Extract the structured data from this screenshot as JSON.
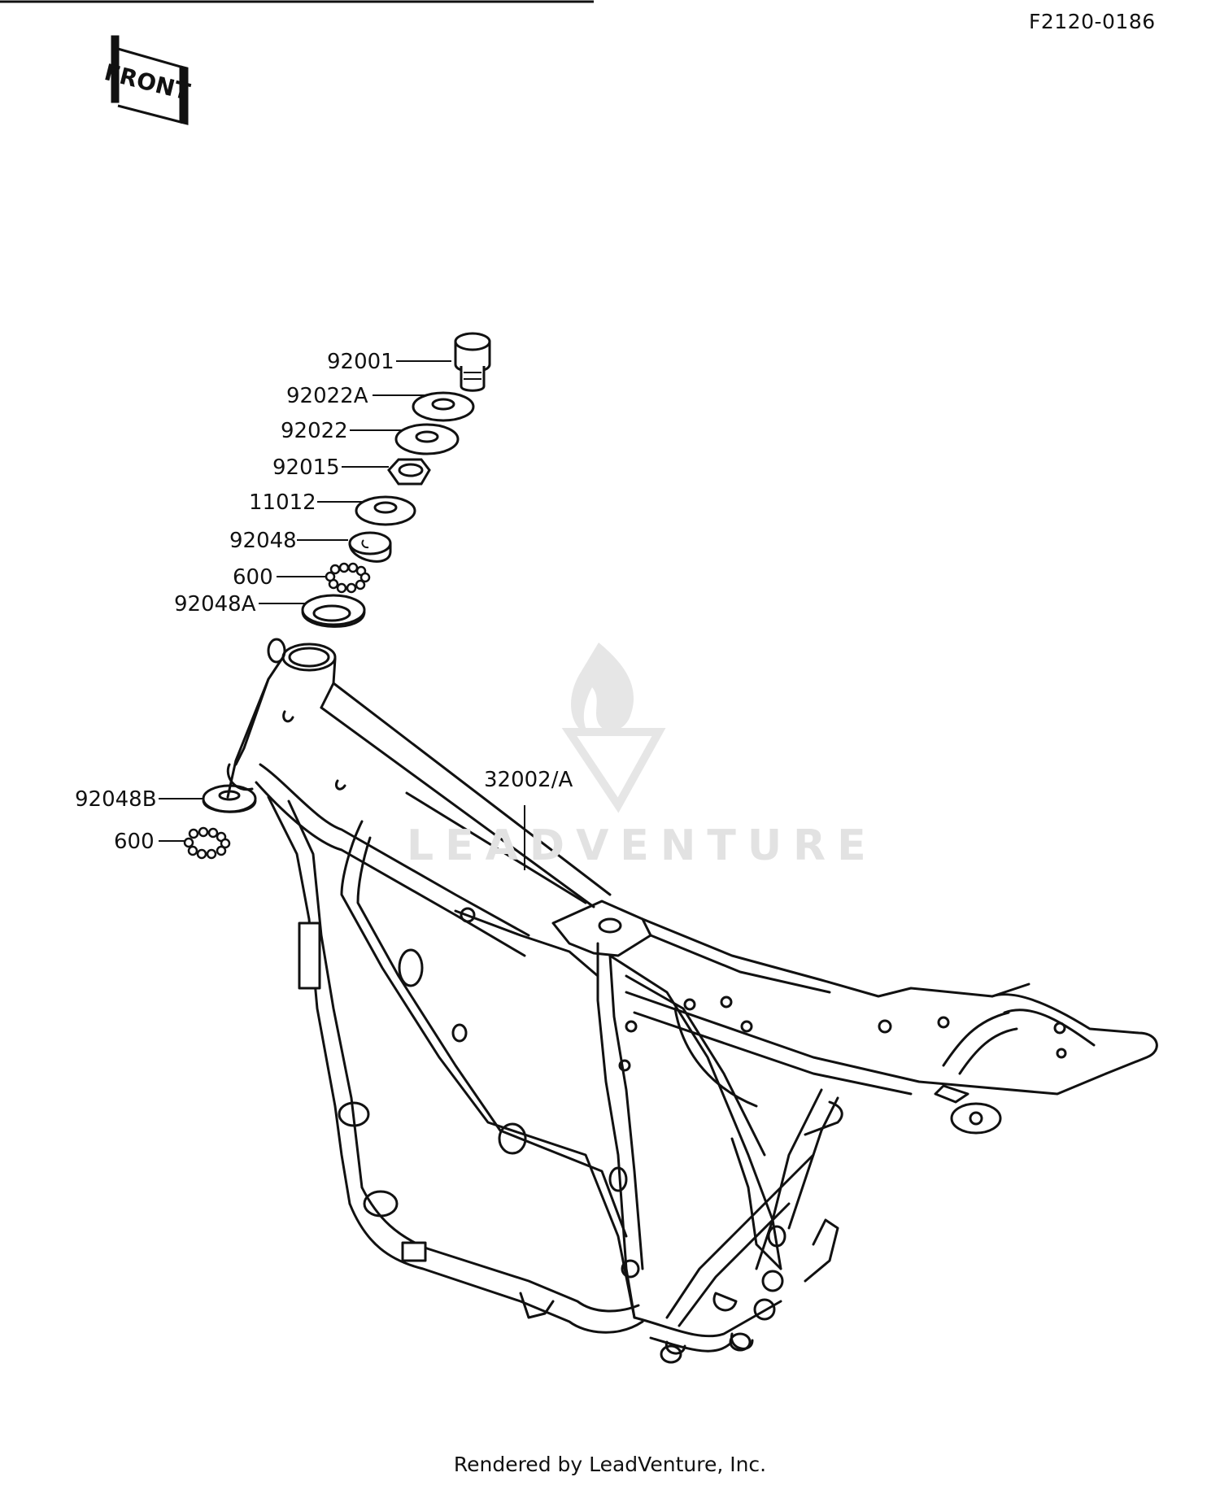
{
  "drawing_code": "F2120-0186",
  "front_label": "FRONT",
  "watermark": "LEADVENTURE",
  "footer": "Rendered by LeadVenture, Inc.",
  "parts": [
    {
      "id": "92001"
    },
    {
      "id": "92022A"
    },
    {
      "id": "92022"
    },
    {
      "id": "92015"
    },
    {
      "id": "11012"
    },
    {
      "id": "92048"
    },
    {
      "id": "600"
    },
    {
      "id": "92048A"
    },
    {
      "id": "32002/A"
    },
    {
      "id": "92048B"
    },
    {
      "id": "600"
    }
  ]
}
